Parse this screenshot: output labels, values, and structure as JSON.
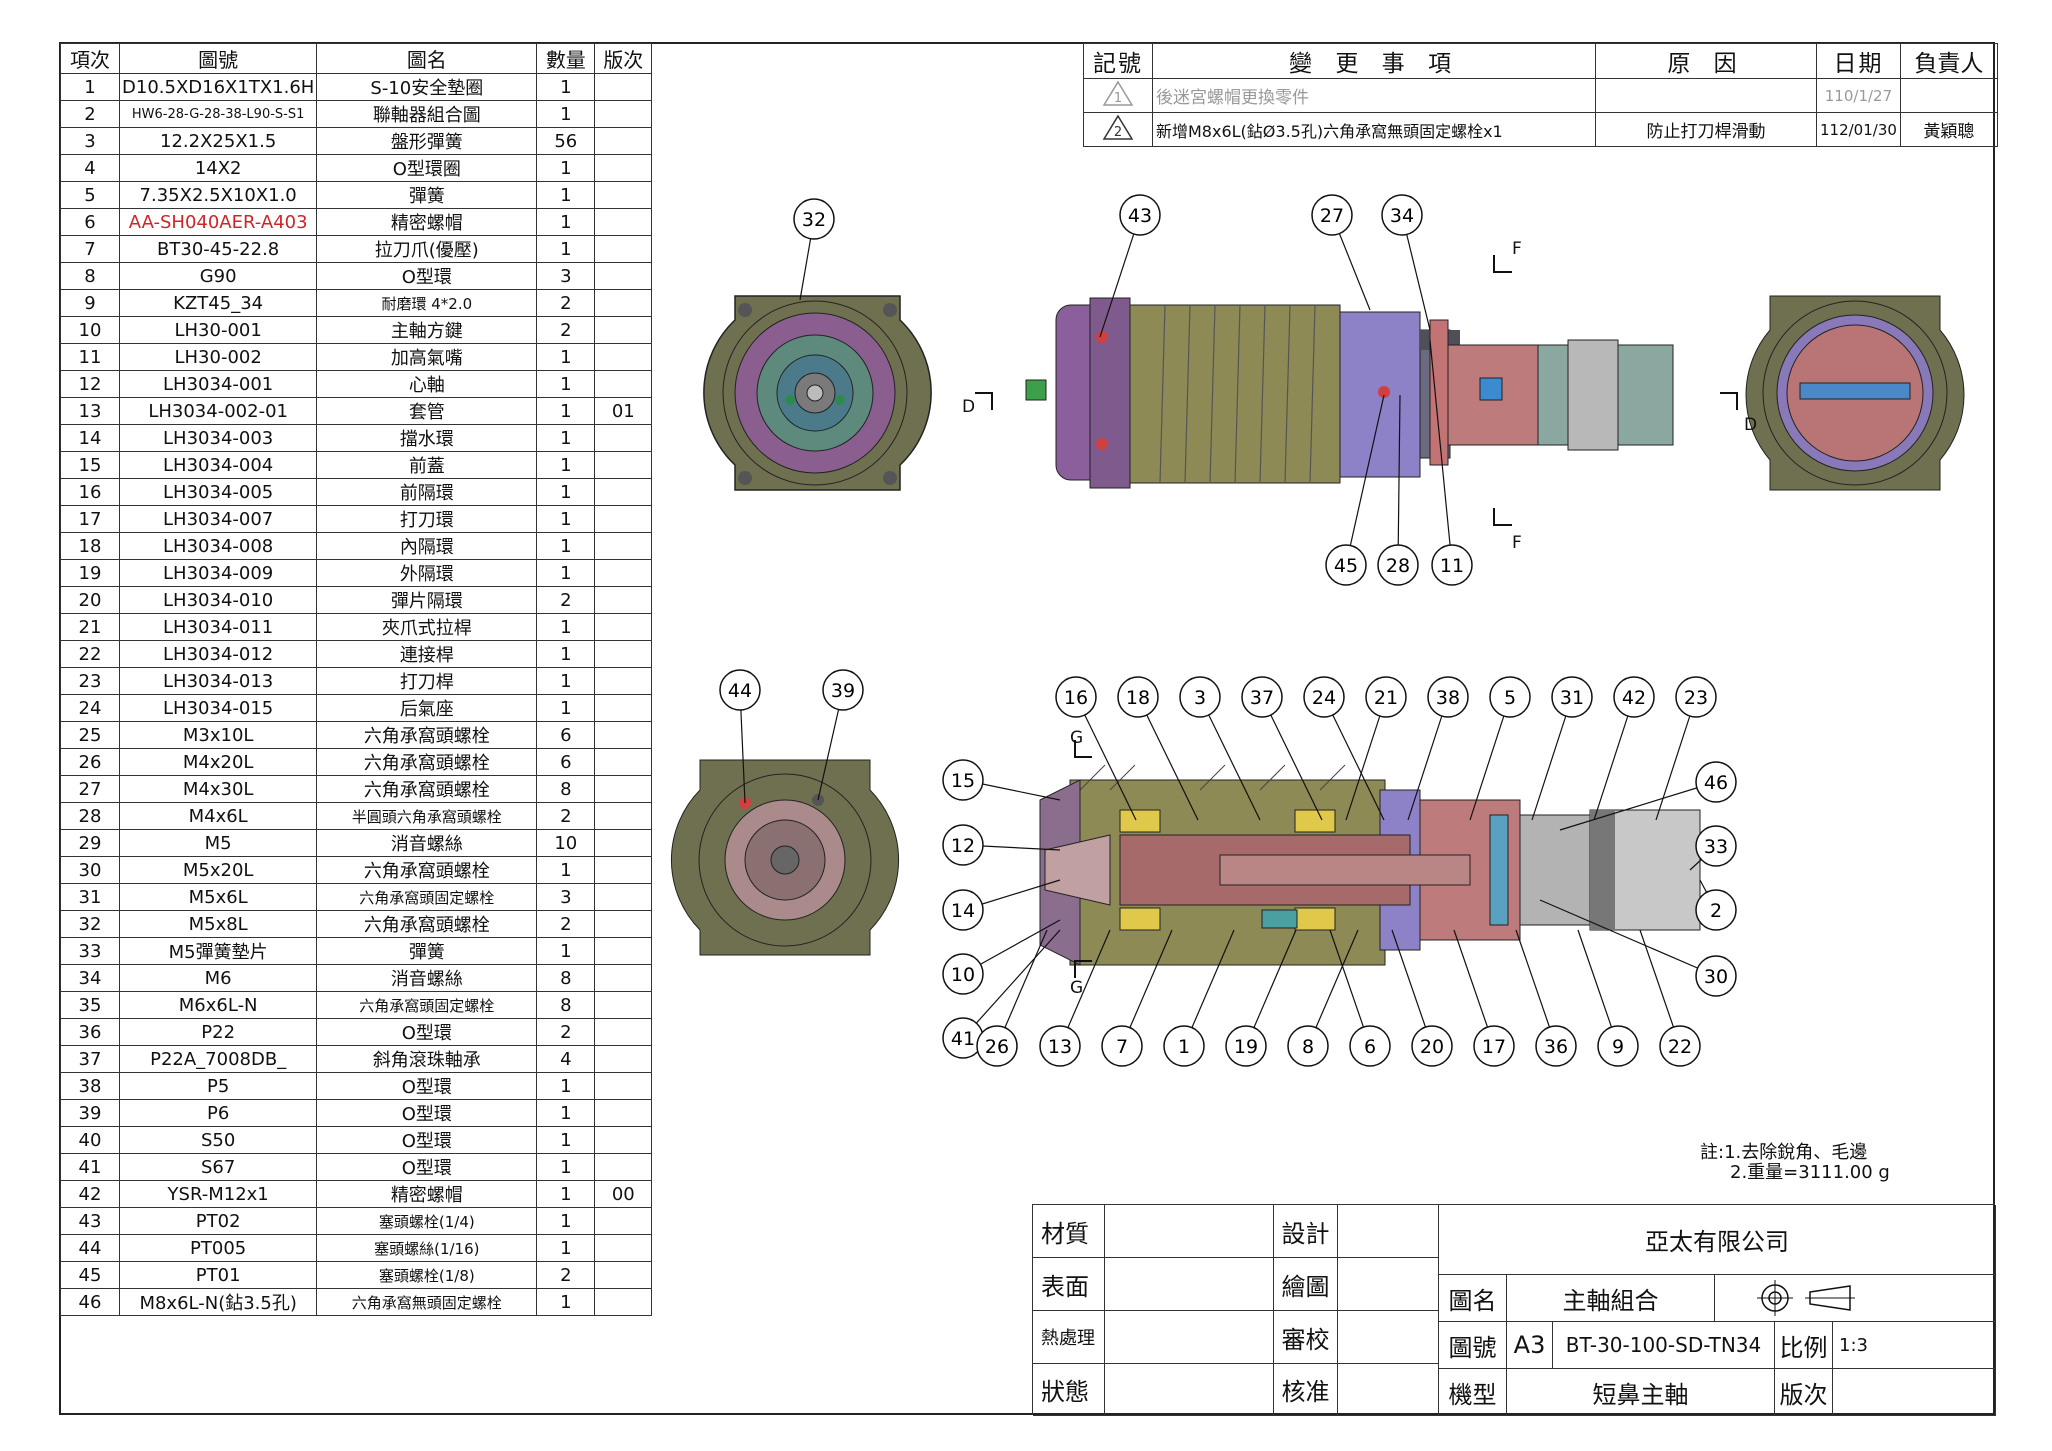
{
  "bom": {
    "headers": [
      "項次",
      "圖號",
      "圖名",
      "數量",
      "版次"
    ],
    "rows": [
      [
        "1",
        "D10.5XD16X1TX1.6H",
        "S-10安全墊圈",
        "1",
        ""
      ],
      [
        "2",
        "HW6-28-G-28-38-L90-S-S1",
        "聯軸器組合圖",
        "1",
        ""
      ],
      [
        "3",
        "12.2X25X1.5",
        "盤形彈簧",
        "56",
        ""
      ],
      [
        "4",
        "14X2",
        "O型環圈",
        "1",
        ""
      ],
      [
        "5",
        "7.35X2.5X10X1.0",
        "彈簧",
        "1",
        ""
      ],
      [
        "6",
        "AA-SH040AER-A403",
        "精密螺帽",
        "1",
        ""
      ],
      [
        "7",
        "BT30-45-22.8",
        "拉刀爪(優壓)",
        "1",
        ""
      ],
      [
        "8",
        "G90",
        "O型環",
        "3",
        ""
      ],
      [
        "9",
        "KZT45_34",
        "耐磨環 4*2.0",
        "2",
        ""
      ],
      [
        "10",
        "LH30-001",
        "主軸方鍵",
        "2",
        ""
      ],
      [
        "11",
        "LH30-002",
        "加高氣嘴",
        "1",
        ""
      ],
      [
        "12",
        "LH3034-001",
        "心軸",
        "1",
        ""
      ],
      [
        "13",
        "LH3034-002-01",
        "套管",
        "1",
        "01"
      ],
      [
        "14",
        "LH3034-003",
        "擋水環",
        "1",
        ""
      ],
      [
        "15",
        "LH3034-004",
        "前蓋",
        "1",
        ""
      ],
      [
        "16",
        "LH3034-005",
        "前隔環",
        "1",
        ""
      ],
      [
        "17",
        "LH3034-007",
        "打刀環",
        "1",
        ""
      ],
      [
        "18",
        "LH3034-008",
        "內隔環",
        "1",
        ""
      ],
      [
        "19",
        "LH3034-009",
        "外隔環",
        "1",
        ""
      ],
      [
        "20",
        "LH3034-010",
        "彈片隔環",
        "2",
        ""
      ],
      [
        "21",
        "LH3034-011",
        "夾爪式拉桿",
        "1",
        ""
      ],
      [
        "22",
        "LH3034-012",
        "連接桿",
        "1",
        ""
      ],
      [
        "23",
        "LH3034-013",
        "打刀桿",
        "1",
        ""
      ],
      [
        "24",
        "LH3034-015",
        "后氣座",
        "1",
        ""
      ],
      [
        "25",
        "M3x10L",
        "六角承窩頭螺栓",
        "6",
        ""
      ],
      [
        "26",
        "M4x20L",
        "六角承窩頭螺栓",
        "6",
        ""
      ],
      [
        "27",
        "M4x30L",
        "六角承窩頭螺栓",
        "8",
        ""
      ],
      [
        "28",
        "M4x6L",
        "半圓頭六角承窩頭螺栓",
        "2",
        ""
      ],
      [
        "29",
        "M5",
        "消音螺絲",
        "10",
        ""
      ],
      [
        "30",
        "M5x20L",
        "六角承窩頭螺栓",
        "1",
        ""
      ],
      [
        "31",
        "M5x6L",
        "六角承窩頭固定螺栓",
        "3",
        ""
      ],
      [
        "32",
        "M5x8L",
        "六角承窩頭螺栓",
        "2",
        ""
      ],
      [
        "33",
        "M5彈簧墊片",
        "彈簧",
        "1",
        ""
      ],
      [
        "34",
        "M6",
        "消音螺絲",
        "8",
        ""
      ],
      [
        "35",
        "M6x6L-N",
        "六角承窩頭固定螺栓",
        "8",
        ""
      ],
      [
        "36",
        "P22",
        "O型環",
        "2",
        ""
      ],
      [
        "37",
        "P22A_7008DB_",
        "斜角滾珠軸承",
        "4",
        ""
      ],
      [
        "38",
        "P5",
        "O型環",
        "1",
        ""
      ],
      [
        "39",
        "P6",
        "O型環",
        "1",
        ""
      ],
      [
        "40",
        "S50",
        "O型環",
        "1",
        ""
      ],
      [
        "41",
        "S67",
        "O型環",
        "1",
        ""
      ],
      [
        "42",
        "YSR-M12x1",
        "精密螺帽",
        "1",
        "00"
      ],
      [
        "43",
        "PT02",
        "塞頭螺栓(1/4)",
        "1",
        ""
      ],
      [
        "44",
        "PT005",
        "塞頭螺絲(1/16)",
        "1",
        ""
      ],
      [
        "45",
        "PT01",
        "塞頭螺栓(1/8)",
        "2",
        ""
      ],
      [
        "46",
        "M8x6L-N(鉆3.5孔)",
        "六角承窩無頭固定螺栓",
        "1",
        ""
      ]
    ]
  },
  "revisions": {
    "headers": [
      "記號",
      "變 更 事 項",
      "原 因",
      "日期",
      "負責人"
    ],
    "rows": [
      {
        "mark": "1",
        "change": "後迷宮螺帽更換零件",
        "reason": "",
        "date": "110/1/27",
        "owner": ""
      },
      {
        "mark": "2",
        "change": "新增M8x6L(鉆Ø3.5孔)六角承窩無頭固定螺栓x1",
        "reason": "防止打刀桿滑動",
        "date": "112/01/30",
        "owner": "黃穎聰"
      }
    ]
  },
  "note": {
    "line1": "註:1.去除銳角、毛邊",
    "line2": "2.重量=3111.00 g"
  },
  "title_block": {
    "material": "材質",
    "surface": "表面",
    "heat": "熱處理",
    "status": "狀態",
    "design": "設計",
    "draw": "繪圖",
    "check": "審校",
    "approve": "核准",
    "company": "亞太有限公司",
    "name_label": "圖名",
    "name": "主軸組合",
    "number_label": "圖號",
    "size": "A3",
    "number": "BT-30-100-SD-TN34",
    "scale_label": "比例",
    "scale": "1:3",
    "model_label": "機型",
    "model": "短鼻主軸",
    "version_label": "版次"
  },
  "section_labels": {
    "d": "D",
    "f": "F",
    "g": "G"
  },
  "balloons_top": [
    "32",
    "43",
    "27",
    "34",
    "45",
    "28",
    "11"
  ],
  "balloons_left": [
    "44",
    "39"
  ],
  "balloons_sec_top": [
    "16",
    "18",
    "3",
    "37",
    "24",
    "21",
    "38",
    "5",
    "31",
    "42",
    "23"
  ],
  "balloons_sec_left": [
    "15",
    "12",
    "14",
    "10",
    "41"
  ],
  "balloons_sec_right": [
    "46",
    "33",
    "2",
    "30"
  ],
  "balloons_sec_bottom": [
    "26",
    "13",
    "7",
    "1",
    "19",
    "8",
    "6",
    "20",
    "17",
    "36",
    "9",
    "22"
  ]
}
